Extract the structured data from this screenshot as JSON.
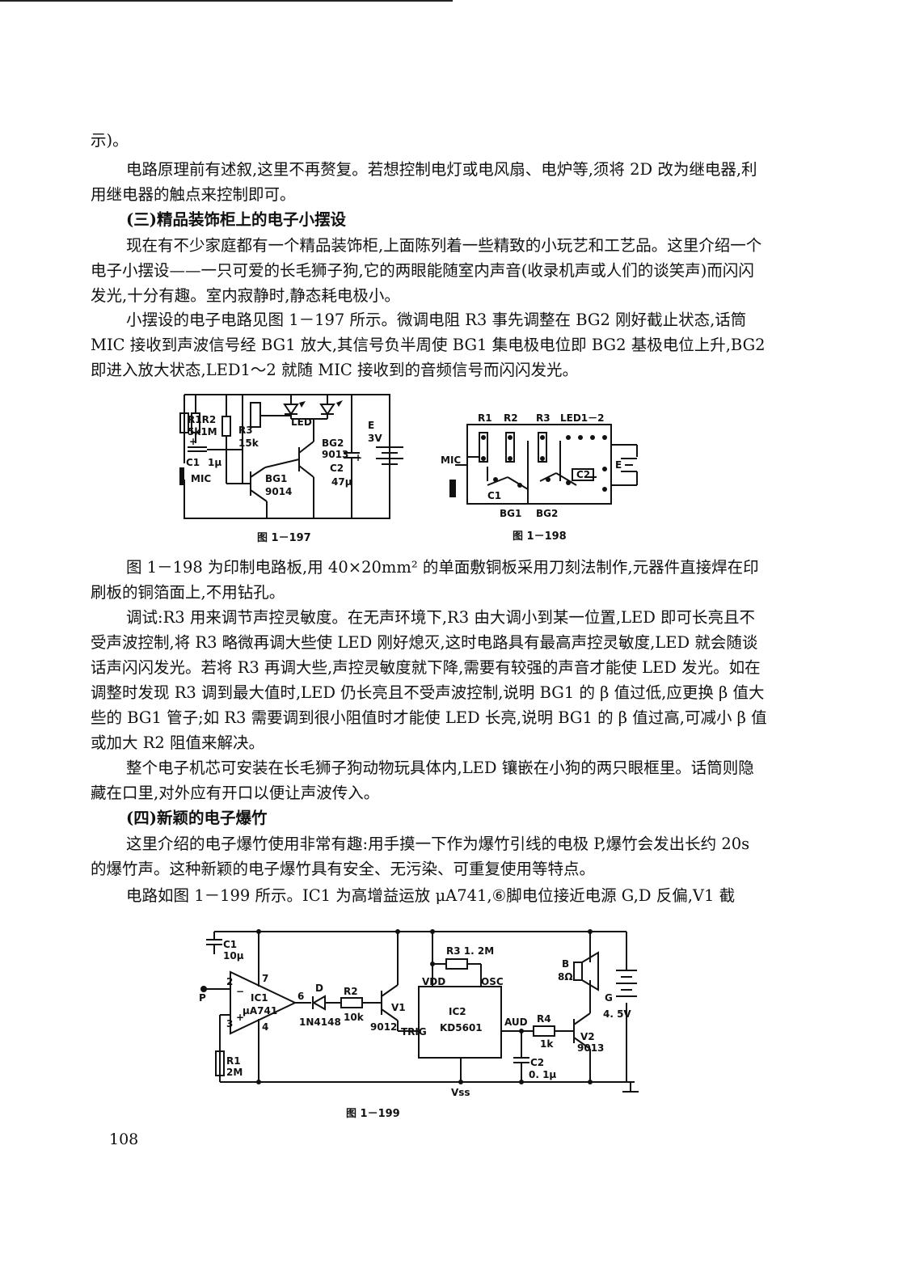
{
  "paragraphs": [
    "示)。",
    "电路原理前有述叙,这里不再赘复。若想控制电灯或电风扇、电炉等,须将 2D 改为继电器,利用继电器的触点来控制即可。",
    "(三)精品装饰柜上的电子小摆设",
    "现在有不少家庭都有一个精品装饰柜,上面陈列着一些精致的小玩艺和工艺品。这里介绍一个电子小摆设——一只可爱的长毛狮子狗,它的两眼能随室内声音(收录机声或人们的谈笑声)而闪闪发光,十分有趣。室内寂静时,静态耗电极小。",
    "小摆设的电子电路见图 1－197 所示。微调电阻 R3 事先调整在 BG2 刚好截止状态,话筒 MIC 接收到声波信号经 BG1 放大,其信号负半周使 BG1 集电极电位即 BG2 基极电位上升,BG2 即进入放大状态,LED1～2 就随 MIC 接收到的音频信号而闪闪发光。",
    "图 1－198 为印制电路板,用 40×20mm² 的单面敷铜板采用刀刻法制作,元器件直接焊在印刷板的铜箔面上,不用钻孔。",
    "调试:R3 用来调节声控灵敏度。在无声环境下,R3 由大调小到某一位置,LED 即可长亮且不受声波控制,将 R3 略微再调大些使 LED 刚好熄灭,这时电路具有最高声控灵敏度,LED 就会随谈话声闪闪发光。若将 R3 再调大些,声控灵敏度就下降,需要有较强的声音才能使 LED 发光。如在调整时发现 R3 调到最大值时,LED 仍长亮且不受声波控制,说明 BG1 的 β 值过低,应更换 β 值大些的 BG1 管子;如 R3 需要调到很小阻值时才能使 LED 长亮,说明 BG1 的 β 值过高,可减小 β 值或加大 R2 阻值来解决。",
    "整个电子机芯可安装在长毛狮子狗动物玩具体内,LED 镶嵌在小狗的两只眼框里。话筒则隐藏在口里,对外应有开口以便让声波传入。",
    "(四)新颖的电子爆竹",
    "这里介绍的电子爆竹使用非常有趣:用手摸一下作为爆竹引线的电极 P,爆竹会发出长约 20s 的爆竹声。这种新颖的电子爆竹具有安全、无污染、可重复使用等特点。",
    "电路如图 1－199 所示。IC1 为高增益运放 μA741,⑥脚电位接近电源 G,D 反偏,V1 截"
  ],
  "fig197": {
    "caption": "图 1－197",
    "labels": {
      "r1r2": "R1R2",
      "r1r2v": "5k1M",
      "r3": "R3",
      "r3v": "15k",
      "led": "LED",
      "bg2": "BG2",
      "bg2v": "9013",
      "e": "E",
      "ev": "3V",
      "c1": "C1",
      "c1v": "1μ",
      "c2": "C2",
      "c2v": "47μ",
      "mic": "MIC",
      "bg1": "BG1",
      "bg1v": "9014",
      "plus": "+",
      "plus2": "+"
    }
  },
  "fig198": {
    "caption": "图 1－198",
    "labels": {
      "r1": "R1",
      "r2": "R2",
      "r3": "R3",
      "led": "LED1－2",
      "mic": "MIC",
      "c1": "C1",
      "c2": "C2",
      "e": "E",
      "bg1": "BG1",
      "bg2": "BG2"
    }
  },
  "fig199": {
    "caption": "图 1－199",
    "labels": {
      "c1": "C1",
      "c1v": "10μ",
      "p": "P",
      "ic1": "IC1",
      "ic1v": "μA741",
      "pin2": "2",
      "pin3": "3",
      "pin7": "7",
      "pin4": "4",
      "pin6": "6",
      "d": "D",
      "dv": "1N4148",
      "r2": "R2",
      "r2v": "10k",
      "v1": "V1",
      "v1v": "9012",
      "r1": "R1",
      "r1v": "2M",
      "r3": "R3 1. 2M",
      "vdd": "VDD",
      "osc": "OSC",
      "ic2": "IC2",
      "ic2v": "KD5601",
      "trig": "TRIG",
      "aud": "AUD",
      "r4": "R4",
      "r4v": "1k",
      "c2": "C2",
      "c2v": "0. 1μ",
      "vss": "Vss",
      "b": "B",
      "bv": "8Ω",
      "g": "G",
      "gv": "4. 5V",
      "v2": "V2",
      "v2v": "9013",
      "minus": "−",
      "plus": "+"
    }
  },
  "page_number": "108"
}
